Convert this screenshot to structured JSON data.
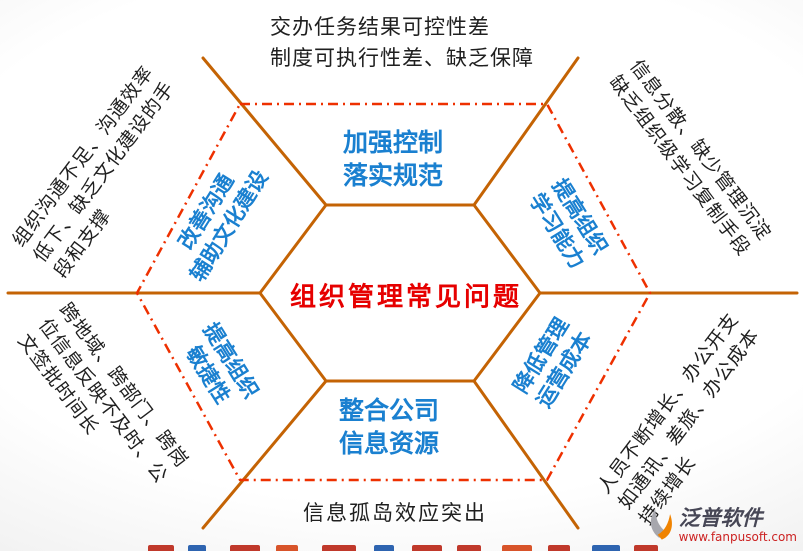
{
  "palette": {
    "line-orange": "#c46304",
    "line-dashed-red": "#ee3000",
    "title-red": "#e60000",
    "label-blue": "#1a80d0",
    "note-black": "#1f1f1f",
    "brand-gray": "#474756",
    "brand-url-red": "#cc2222",
    "brand-orange": "#f08300"
  },
  "diagram": {
    "center_title": "组织管理常见问题",
    "inner_labels": {
      "top": [
        "加强控制",
        "落实规范"
      ],
      "bottom": [
        "整合公司",
        "信息资源"
      ],
      "top_left": [
        "改善沟通",
        "辅助文化建设"
      ],
      "top_right": [
        "提高组织",
        "学习能力"
      ],
      "bottom_left": [
        "提高组织",
        "敏捷性"
      ],
      "bottom_right": [
        "降低管理",
        "运营成本"
      ]
    },
    "outer_notes": {
      "top": [
        "交办任务结果可控性差",
        "制度可执行性差、缺乏保障"
      ],
      "top_left": [
        "组织沟通不足、沟通效率",
        "低下、缺乏文化建设的手",
        "段和支撑"
      ],
      "top_right": [
        "信息分散、缺少管理沉淀",
        "缺乏组织级学习复制手段"
      ],
      "bottom_left": [
        "跨地域、跨部门、跨岗",
        "位信息反映不及时、公",
        "文签批时间长"
      ],
      "bottom_right": [
        "人员不断增长、办公开支",
        "如通讯、差旅、办公成本",
        "持续增长"
      ],
      "bottom": "信息孤岛效应突出"
    }
  },
  "branding": {
    "name": "泛普软件",
    "url": "www.fanpusoft.com"
  }
}
